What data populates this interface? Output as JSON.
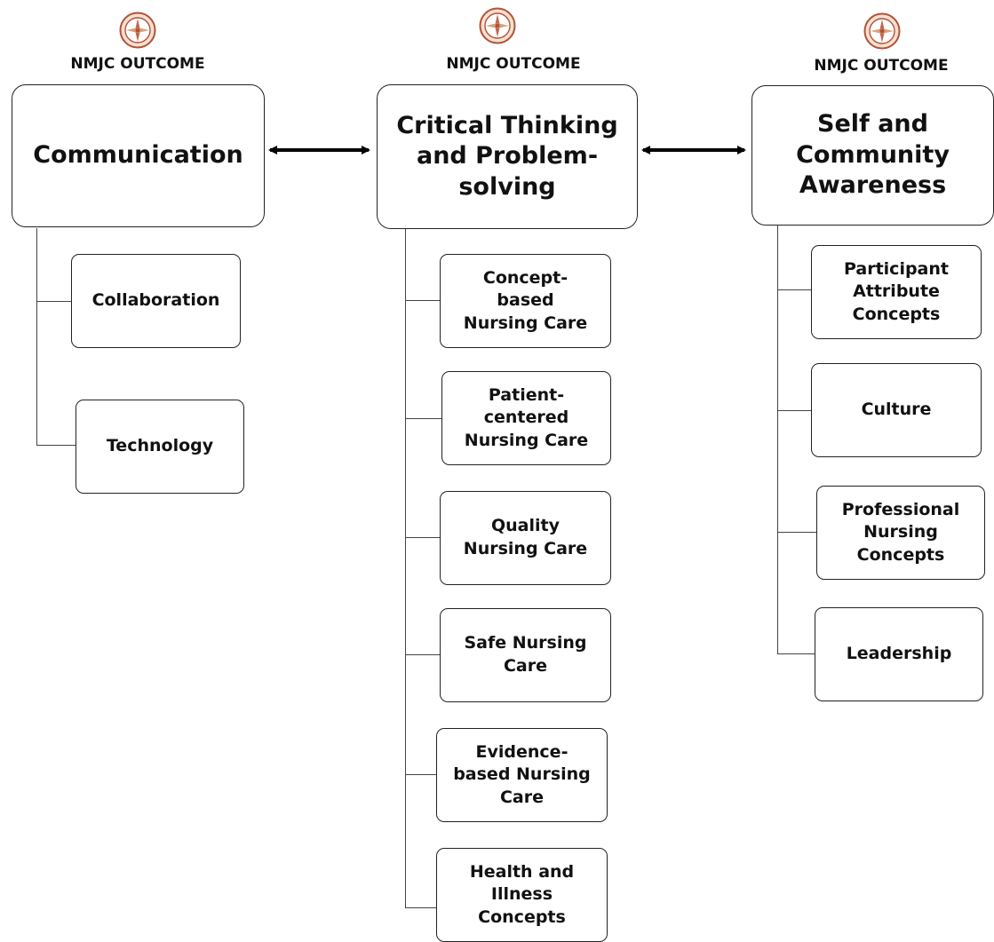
{
  "columns": [
    {
      "header": "NMJC OUTCOME",
      "title": "Communication",
      "children": [
        "Collaboration",
        "Technology"
      ]
    },
    {
      "header": "NMJC OUTCOME",
      "title": "Critical Thinking and Problem-solving",
      "children": [
        "Concept-based Nursing Care",
        "Patient-centered Nursing Care",
        "Quality Nursing Care",
        "Safe Nursing Care",
        "Evidence-based Nursing Care",
        "Health and Illness Concepts"
      ]
    },
    {
      "header": "NMJC OUTCOME",
      "title": "Self and Community Awareness",
      "children": [
        "Participant Attribute Concepts",
        "Culture",
        "Professional Nursing Concepts",
        "Leadership"
      ]
    }
  ],
  "colors": {
    "seal": "#b5503a",
    "seal_light": "#e9c9a6",
    "line": "#222222"
  }
}
